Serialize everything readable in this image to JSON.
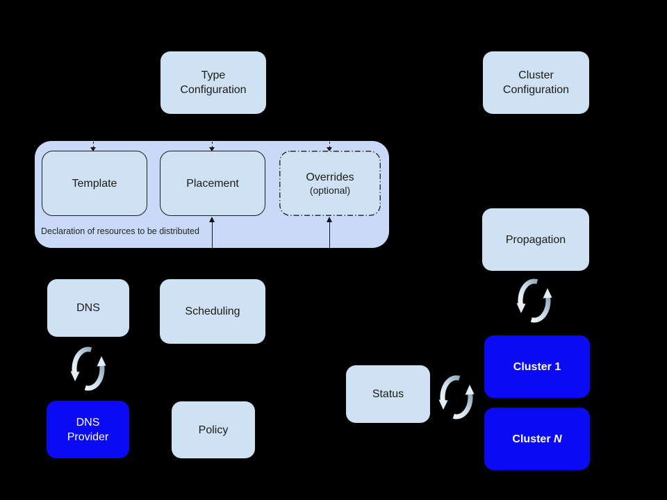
{
  "colors": {
    "background": "#000000",
    "light_box_fill": "#cfe2f3",
    "group_fill": "#c9daf8",
    "blue_box_fill": "#0a0af5",
    "box_text": "#1a1a1a",
    "blue_box_text": "#ffffff",
    "connector": "#111111",
    "sync_icon_dark": "#93a9bb",
    "sync_icon_light": "#eef5fb"
  },
  "nodes": {
    "type_configuration": {
      "label": "Type\nConfiguration"
    },
    "cluster_configuration": {
      "label": "Cluster\nConfiguration"
    },
    "template": {
      "label": "Template"
    },
    "placement": {
      "label": "Placement"
    },
    "overrides": {
      "label": "Overrides",
      "sublabel": "(optional)"
    },
    "declaration_group": {
      "caption": "Declaration of resources to be distributed"
    },
    "propagation": {
      "label": "Propagation"
    },
    "cluster_1": {
      "label": "Cluster 1"
    },
    "cluster_n": {
      "prefix": "Cluster ",
      "n": "N"
    },
    "dns": {
      "label": "DNS"
    },
    "dns_provider": {
      "label": "DNS\nProvider"
    },
    "scheduling": {
      "label": "Scheduling"
    },
    "policy": {
      "label": "Policy"
    },
    "status": {
      "label": "Status"
    }
  },
  "icons": {
    "sync": "sync-arrows-icon"
  }
}
